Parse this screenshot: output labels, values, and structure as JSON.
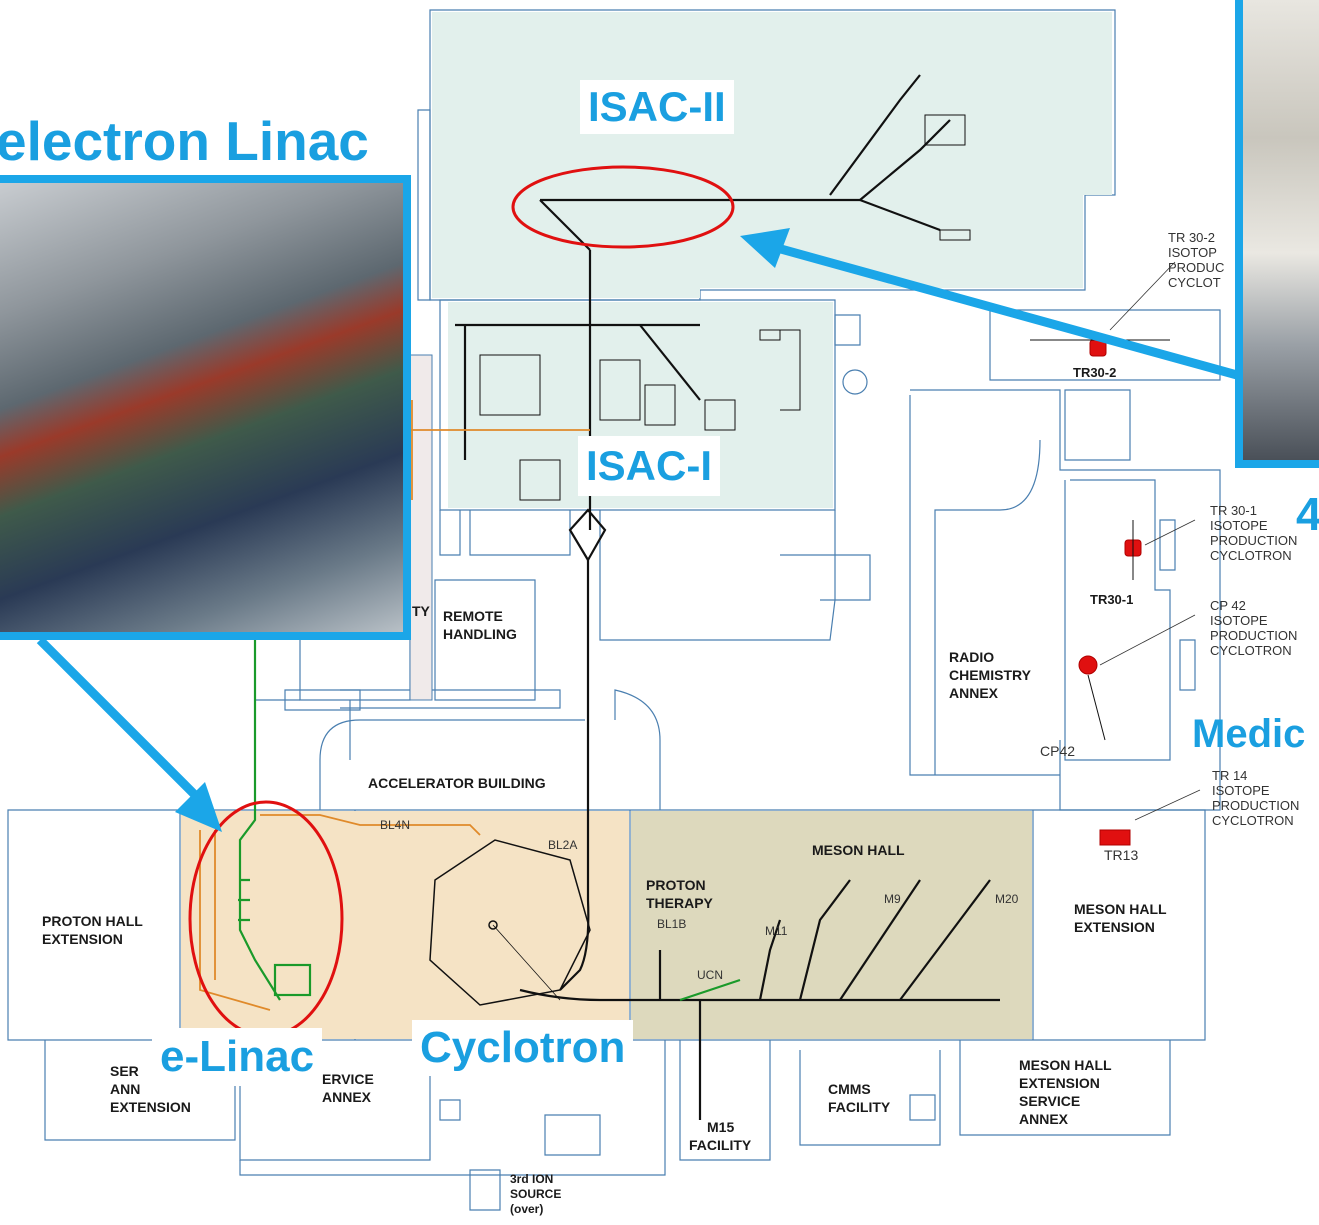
{
  "highlights": {
    "isac2": "ISAC-II",
    "isac1": "ISAC-I",
    "electron_linac": "electron Linac",
    "elinac": "e-Linac",
    "cyclotron": "Cyclotron",
    "medical_partial": "Medic",
    "four_partial": "4"
  },
  "areas": {
    "accelerator_building": "ACCELERATOR BUILDING",
    "remote_handling": [
      "REMOTE",
      "HANDLING"
    ],
    "facility_partial": "TY",
    "radio_chemistry": [
      "RADIO",
      "CHEMISTRY",
      "ANNEX"
    ],
    "proton_hall_ext": [
      "PROTON HALL",
      "EXTENSION"
    ],
    "meson_hall": "MESON HALL",
    "meson_hall_ext": [
      "MESON HALL",
      "EXTENSION"
    ],
    "proton_therapy": [
      "PROTON",
      "THERAPY"
    ],
    "service_annex_left": [
      "SER",
      "ANN",
      "EXTENSION"
    ],
    "service_annex_mid": [
      "ERVICE",
      "ANNEX"
    ],
    "cmms": [
      "CMMS",
      "FACILITY"
    ],
    "meson_hall_ext_service": [
      "MESON HALL",
      "EXTENSION",
      "SERVICE",
      "ANNEX"
    ],
    "m15": [
      "M15",
      "FACILITY"
    ],
    "ion_source": [
      "3rd ION",
      "SOURCE",
      "(over)"
    ]
  },
  "beamlines": {
    "bl4n": "BL4N",
    "bl2a": "BL2A",
    "bl1b": "BL1B",
    "m11": "M11",
    "m9": "M9",
    "m20": "M20",
    "ucn": "UCN"
  },
  "cyclotrons": {
    "tr30_2_callout": [
      "TR 30-2",
      "ISOTOP",
      "PRODUC",
      "CYCLOT"
    ],
    "tr30_2": "TR30-2",
    "tr30_1_callout": [
      "TR 30-1",
      "ISOTOPE",
      "PRODUCTION",
      "CYCLOTRON"
    ],
    "tr30_1": "TR30-1",
    "cp42_callout": [
      "CP 42",
      "ISOTOPE",
      "PRODUCTION",
      "CYCLOTRON"
    ],
    "cp42": "CP42",
    "tr14_callout": [
      "TR 14",
      "ISOTOPE",
      "PRODUCTION",
      "CYCLOTRON"
    ],
    "tr13": "TR13"
  },
  "colors": {
    "highlight_blue": "#1a9fe0",
    "frame_blue": "#1ba6e8",
    "isac_fill": "#e2f0ec",
    "cyclotron_fill": "#f5e3c5",
    "meson_fill": "#ddd9bd",
    "wall_line": "#4a7fb0",
    "ellipse_red": "#e01010",
    "elinac_green": "#1a9a2a",
    "beamline_orange": "#e08a2a",
    "cyclotron_red": "#e01010"
  }
}
